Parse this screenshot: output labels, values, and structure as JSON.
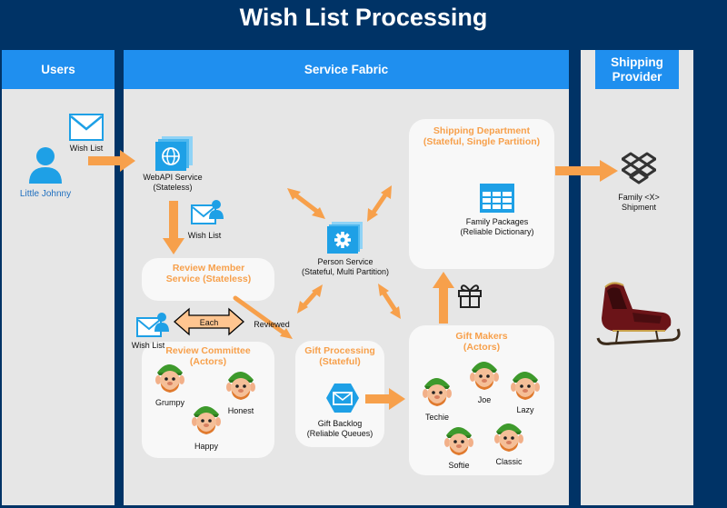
{
  "title": "Wish List Processing",
  "columns": {
    "users": "Users",
    "service_fabric": "Service Fabric",
    "shipping_provider": "Shipping Provider"
  },
  "users": {
    "person_label": "Little Johnny",
    "wishlist_label": "Wish List"
  },
  "services": {
    "webapi_name": "WebAPI Service",
    "webapi_type": "(Stateless)",
    "webapi_wishlist_label": "Wish List",
    "person_name": "Person Service",
    "person_type": "(Stateful, Multi Partition)",
    "review_member_title": "Review Member Service (Stateless)",
    "review_committee_title": "Review Committee (Actors)",
    "review_wishlist_label": "Wish List",
    "each_label": "Each",
    "reviewed_label": "Reviewed",
    "gift_processing_title": "Gift Processing (Stateful)",
    "gift_backlog_name": "Gift Backlog",
    "gift_backlog_type": "(Reliable Queues)",
    "gift_makers_title": "Gift Makers (Actors)",
    "shipping_dept_title": "Shipping Department (Stateful, Single Partition)",
    "family_packages_name": "Family Packages",
    "family_packages_type": "(Reliable Dictionary)"
  },
  "elves_committee": [
    "Grumpy",
    "Honest",
    "Happy"
  ],
  "elves_makers": [
    "Techie",
    "Joe",
    "Lazy",
    "Softie",
    "Classic"
  ],
  "shipping": {
    "shipment_label_1": "Family <X>",
    "shipment_label_2": "Shipment"
  },
  "colors": {
    "background": "#003366",
    "column_header": "#1f8fef",
    "column_fill": "#e6e6e6",
    "box_title": "#f7a04b",
    "arrow": "#f7a04b",
    "icon_blue": "#1ea0e6"
  }
}
